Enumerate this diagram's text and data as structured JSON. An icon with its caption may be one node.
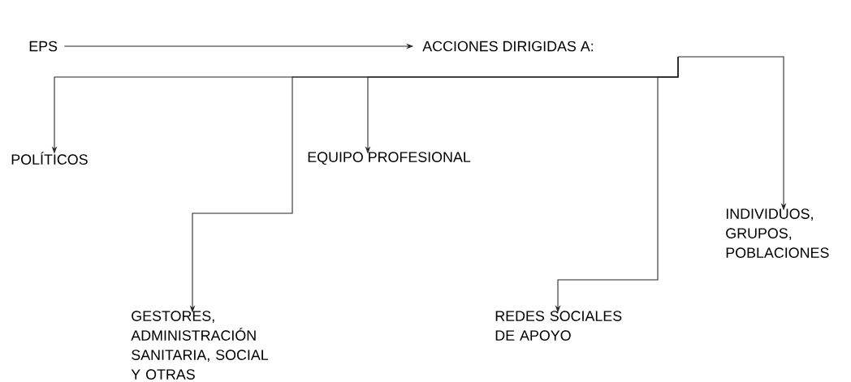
{
  "diagram": {
    "nodes": [
      {
        "text": [
          "EPS"
        ]
      },
      {
        "text": [
          "ACCIONES DIRIGIDAS A:"
        ]
      },
      {
        "text": [
          "POLÍTICOS"
        ]
      },
      {
        "text": [
          "GESTORES, ADMINISTRACIÓN SANITARIA, SOCIAL Y OTRAS"
        ]
      },
      {
        "text": [
          "EQUIPO PROFESIONAL"
        ]
      },
      {
        "text": [
          "REDES SOCIALES DE APOYO"
        ]
      },
      {
        "text": [
          "INDIVIDUOS, GRUPOS, POBLACIONES"
        ]
      }
    ],
    "edges": [
      {
        "from": 0,
        "to": 1,
        "arrow": "to"
      },
      {
        "from": null,
        "to": 2,
        "arrow": "to"
      },
      {
        "from": null,
        "to": 3,
        "arrow": "to"
      },
      {
        "from": null,
        "to": 4,
        "arrow": "to"
      },
      {
        "from": null,
        "to": 5,
        "arrow": "to"
      },
      {
        "from": null,
        "to": 6,
        "arrow": "to"
      }
    ]
  }
}
